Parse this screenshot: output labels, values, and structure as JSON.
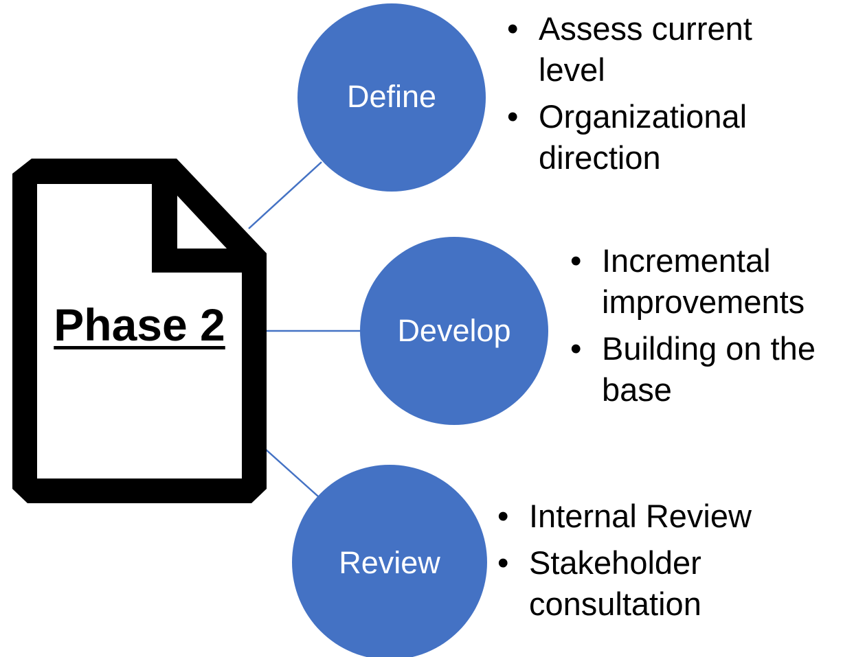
{
  "colors": {
    "circle_fill": "#4472C4",
    "connector": "#4472C4",
    "document_stroke": "#000000",
    "label_text": "#FFFFFF",
    "bullet_text": "#000000"
  },
  "document": {
    "icon": "document-icon",
    "title": "Phase 2"
  },
  "steps": [
    {
      "label": "Define",
      "bullets": [
        "Assess current level",
        "Organizational direction"
      ]
    },
    {
      "label": "Develop",
      "bullets": [
        "Incremental improvements",
        "Building on the base"
      ]
    },
    {
      "label": "Review",
      "bullets": [
        "Internal Review",
        "Stakeholder consultation"
      ]
    }
  ]
}
